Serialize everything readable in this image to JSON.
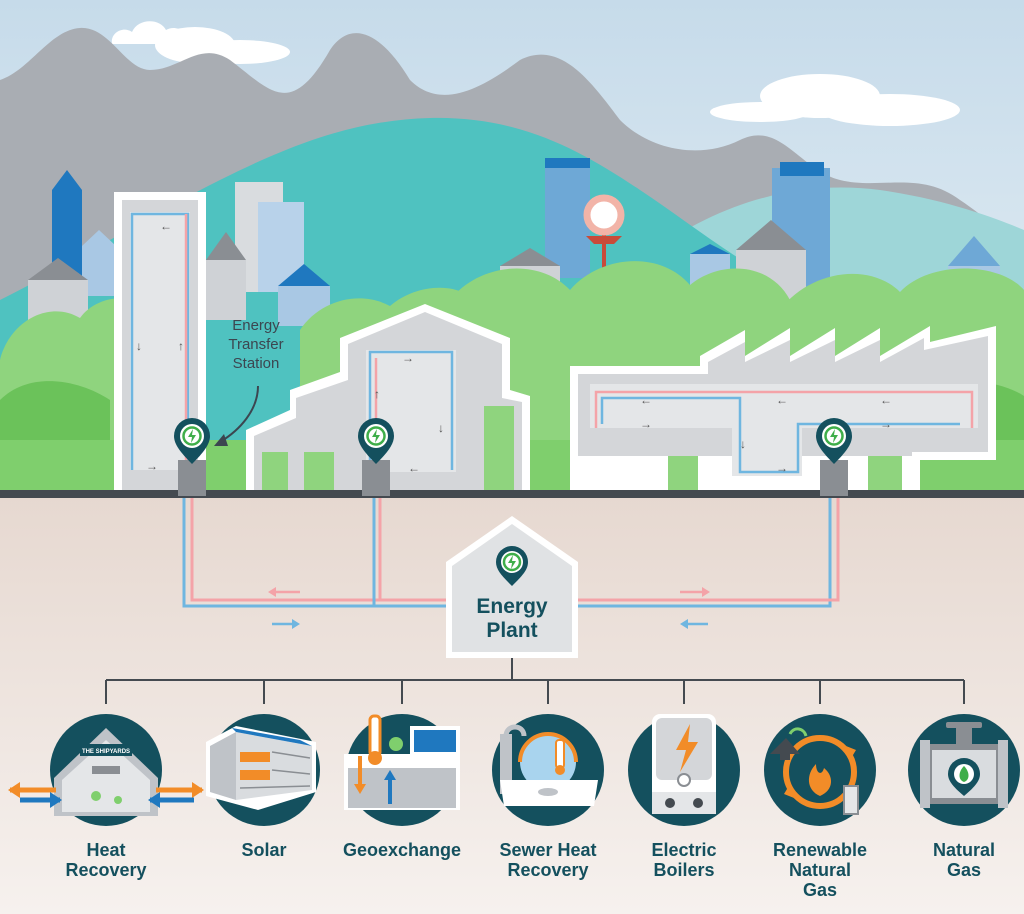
{
  "station_label": {
    "line1": "Energy",
    "line2": "Transfer",
    "line3": "Station"
  },
  "plant": {
    "line1": "Energy",
    "line2": "Plant"
  },
  "sources": [
    {
      "line1": "Heat",
      "line2": "Recovery",
      "line3": "",
      "icon": "heat-recovery-icon",
      "sign": "THE SHIPYARDS"
    },
    {
      "line1": "Solar",
      "line2": "",
      "line3": "",
      "icon": "solar-icon"
    },
    {
      "line1": "Geoexchange",
      "line2": "",
      "line3": "",
      "icon": "geoexchange-icon"
    },
    {
      "line1": "Sewer Heat",
      "line2": "Recovery",
      "line3": "",
      "icon": "sewer-heat-recovery-icon"
    },
    {
      "line1": "Electric",
      "line2": "Boilers",
      "line3": "",
      "icon": "electric-boiler-icon"
    },
    {
      "line1": "Renewable",
      "line2": "Natural",
      "line3": "Gas",
      "icon": "renewable-natural-gas-icon"
    },
    {
      "line1": "Natural",
      "line2": "Gas",
      "line3": "",
      "icon": "natural-gas-icon"
    }
  ],
  "colors": {
    "teal_dark": "#14505e",
    "supply_pipe": "#f4a3a8",
    "return_pipe": "#6fb6e0",
    "ground": "#eee4de",
    "grass": "#7fcf6d",
    "hill_teal": "#4fc2c0",
    "mountain": "#a9adb3",
    "sky": "#d4e4ef",
    "accent_orange": "#f28c28"
  }
}
